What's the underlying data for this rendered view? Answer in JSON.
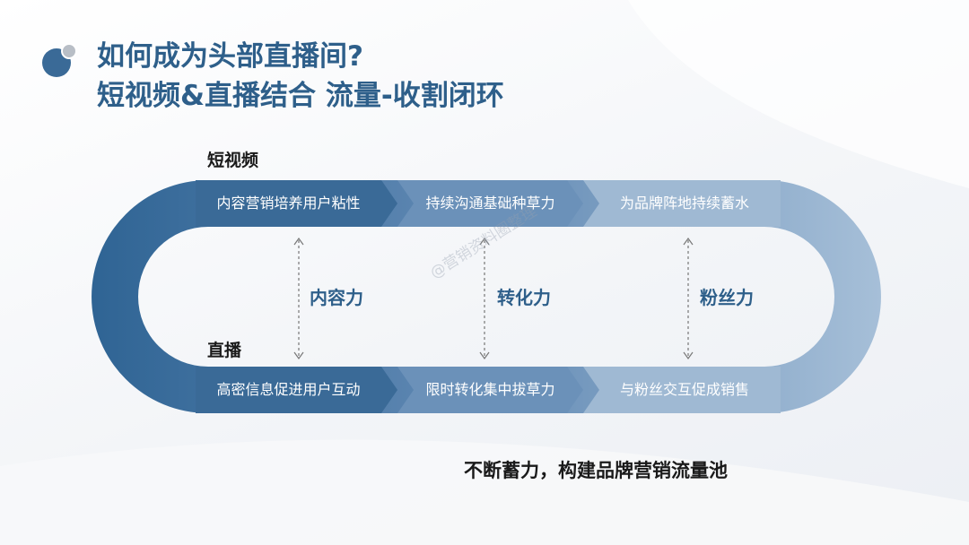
{
  "title": {
    "line1": "如何成为头部直播间?",
    "line2": "短视频&直播结合 流量-收割闭环"
  },
  "rows": {
    "top": {
      "label": "短视频",
      "stages": [
        "内容营销培养用户粘性",
        "持续沟通基础种草力",
        "为品牌阵地持续蓄水"
      ]
    },
    "bottom": {
      "label": "直播",
      "stages": [
        "高密信息促进用户互动",
        "限时转化集中拔草力",
        "与粉丝交互促成销售"
      ]
    }
  },
  "metrics": [
    "内容力",
    "转化力",
    "粉丝力"
  ],
  "footer": "不断蓄力，构建品牌营销流量池",
  "watermark": "@营销资料圈整理",
  "colors": {
    "title": "#2e5f8a",
    "stage_dark": "#3a6a97",
    "stage_mid": "#6b91b9",
    "stage_light": "#9fb9d3",
    "logo_blue": "#3a6a97",
    "logo_grey": "#b8bec6"
  }
}
